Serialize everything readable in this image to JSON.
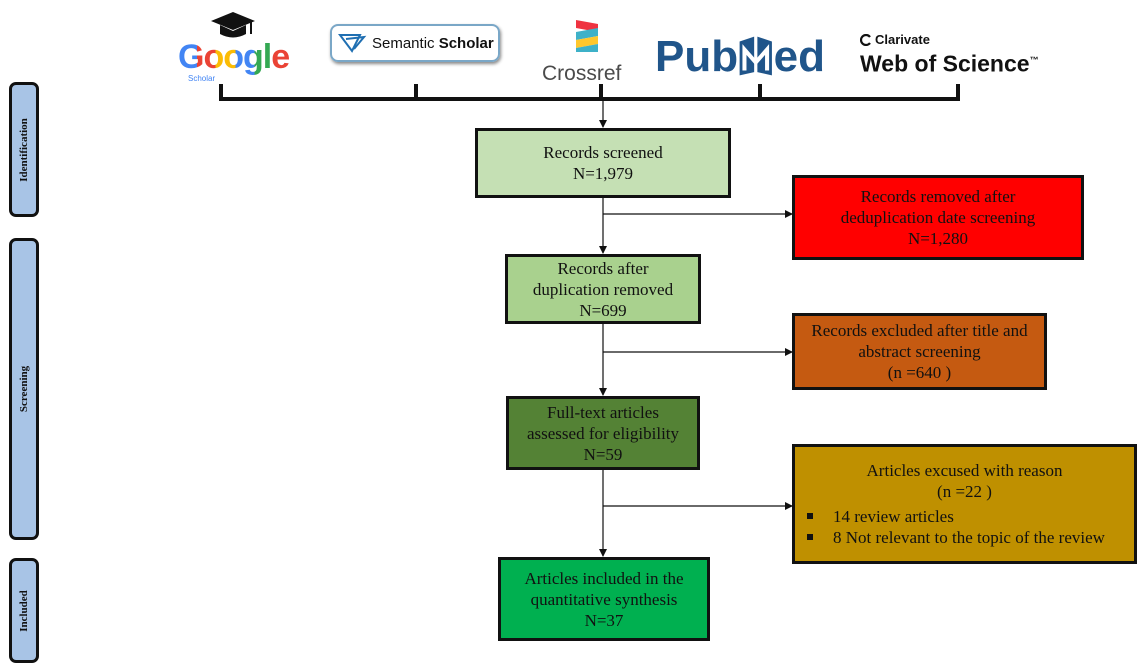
{
  "phases": {
    "identification": "Identification",
    "screening": "Screening",
    "included": "Included"
  },
  "sources": {
    "google": {
      "word": "Google",
      "sub": "Scholar"
    },
    "semantic": {
      "plain": "Semantic",
      "bold": "Scholar"
    },
    "crossref": "Crossref",
    "pubmed": {
      "left": "Pub",
      "right": "ed"
    },
    "wos": {
      "top": "Clarivate",
      "main": "Web of Science",
      "tm": "™"
    }
  },
  "boxes": {
    "screened": {
      "line1": "Records screened",
      "line2": "N=1,979",
      "color": "#c5e0b4"
    },
    "after_dup": {
      "line1": "Records after",
      "line2": "duplication removed",
      "line3": "N=699",
      "color": "#a9d18e"
    },
    "fulltext": {
      "line1": "Full-text articles",
      "line2": "assessed for eligibility",
      "line3": "N=59",
      "color": "#548235"
    },
    "included": {
      "line1": "Articles included in the",
      "line2": "quantitative synthesis",
      "line3": "N=37",
      "color": "#00b050"
    },
    "removed_dup": {
      "line1": "Records removed after",
      "line2": "deduplication date screening",
      "line3": "N=1,280",
      "color": "#ff0000"
    },
    "excluded_title": {
      "line1": "Records excluded after title and",
      "line2": "abstract screening",
      "line3": "(n =640 )",
      "color": "#c55a11"
    },
    "excused": {
      "line1": "Articles excused with reason",
      "line2": "(n =22 )",
      "bullets": [
        "14 review articles",
        "8 Not relevant to the topic of the review"
      ],
      "color": "#bf9000"
    }
  }
}
